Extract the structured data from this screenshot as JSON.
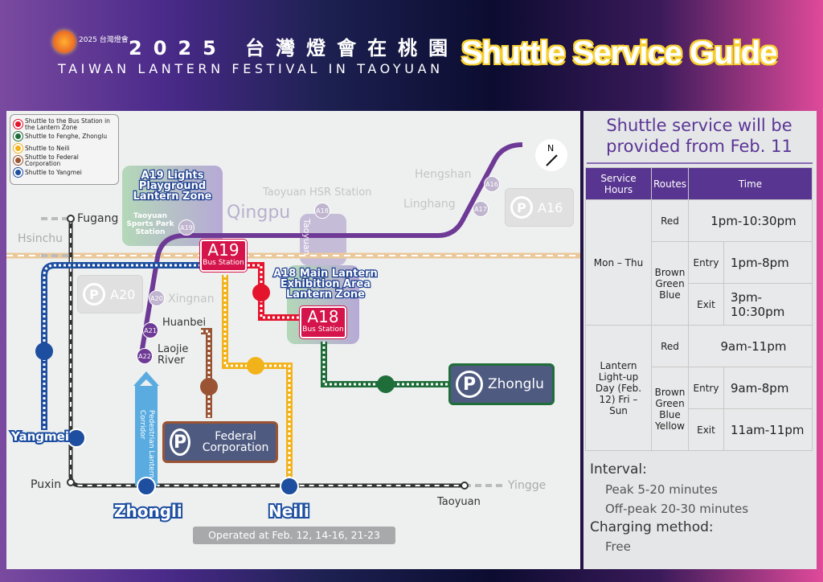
{
  "header": {
    "logo_text": "2025 台灣燈會",
    "title_cn": "2025 台灣燈會在桃園",
    "title_en": "TAIWAN LANTERN FESTIVAL IN TAOYUAN",
    "guide": "Shuttle Service Guide"
  },
  "legend": [
    {
      "label": "Shuttle to the Bus Station in the Lantern Zone",
      "color": "#e3142c"
    },
    {
      "label": "Shuttle to Fenghe, Zhonglu",
      "color": "#1f6e3a"
    },
    {
      "label": "Shuttle to Neili",
      "color": "#f2b21a"
    },
    {
      "label": "Shuttle to Federal Corporation",
      "color": "#9a5434"
    },
    {
      "label": "Shuttle to Yangmei",
      "color": "#1d4ea0"
    }
  ],
  "colors": {
    "red": "#d4144a",
    "green": "#1f6e3a",
    "yellow": "#f2b21a",
    "brown": "#9a5434",
    "blue": "#1d4ea0",
    "purple": "#6e3a96",
    "hsr": "#eac89a"
  },
  "map": {
    "compass": "N",
    "a19_zone": "A19 Lights Playground Lantern Zone",
    "a19_station": "Taoyuan Sports Park Station",
    "a18_zone": "A18 Main Lantern Exhibition Area Lantern Zone",
    "a19_bus": {
      "code": "A19",
      "label": "Bus Station"
    },
    "a18_bus": {
      "code": "A18",
      "label": "Bus Station"
    },
    "qingpu": "Qingpu",
    "hsr_station": "Taoyuan HSR Station",
    "taoyuan_vertical": "Taoyuan",
    "hengshan": "Hengshan",
    "linghang": "Linghang",
    "xingnan": "Xingnan",
    "huanbei": "Huanbei",
    "laojie": "Laojie River",
    "fugang": "Fugang",
    "hsinchu": "Hsinchu",
    "puxin": "Puxin",
    "yingge": "Yingge",
    "taoyuan": "Taoyuan",
    "yangmei": "Yangmei",
    "zhongli": "Zhongli",
    "neili": "Neili",
    "stations": {
      "a16": "A16",
      "a17": "A17",
      "a18": "A18",
      "a19": "A19",
      "a20": "A20",
      "a21": "A21",
      "a22": "A22"
    },
    "parking": {
      "a20": "A20",
      "a16": "A16",
      "zhonglu": "Zhonglu",
      "federal": "Federal Corporation"
    },
    "corridor": "Pedestrian Lantern Corridor",
    "operated": "Operated at Feb. 12, 14-16, 21-23"
  },
  "side": {
    "title": "Shuttle service will be provided from Feb. 11",
    "table": {
      "headers": [
        "Service Hours",
        "Routes",
        "Time"
      ],
      "groups": [
        {
          "hours": "Mon – Thu",
          "red_label": "Red",
          "red_time": "1pm-10:30pm",
          "routes": "Brown Green Blue",
          "entry_label": "Entry",
          "entry": "1pm-8pm",
          "exit_label": "Exit",
          "exit": "3pm-10:30pm"
        },
        {
          "hours": "Lantern Light-up Day (Feb. 12) Fri – Sun",
          "red_label": "Red",
          "red_time": "9am-11pm",
          "routes": "Brown Green Blue Yellow",
          "entry_label": "Entry",
          "entry": "9am-8pm",
          "exit_label": "Exit",
          "exit": "11am-11pm"
        }
      ]
    },
    "interval_title": "Interval:",
    "peak": "Peak 5-20 minutes",
    "offpeak": "Off-peak 20-30 minutes",
    "charging_title": "Charging method:",
    "charging": "Free"
  }
}
